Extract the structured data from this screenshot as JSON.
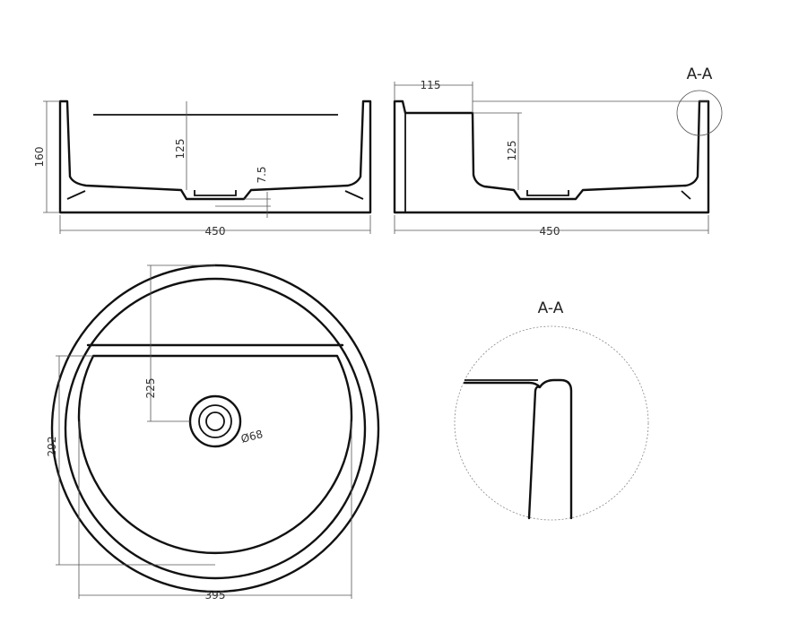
{
  "views": {
    "front": {
      "width_dim": "450",
      "height_dim": "160",
      "depth_dim": "125",
      "drain_dim": "7.5"
    },
    "side": {
      "width_dim": "450",
      "ledge_dim": "115",
      "depth_dim": "125",
      "section_label": "A-A"
    },
    "top": {
      "width_dim": "395",
      "length_dim": "292",
      "offset_dim": "225",
      "drain_dim": "Ø68"
    },
    "detail": {
      "label": "A-A"
    }
  }
}
